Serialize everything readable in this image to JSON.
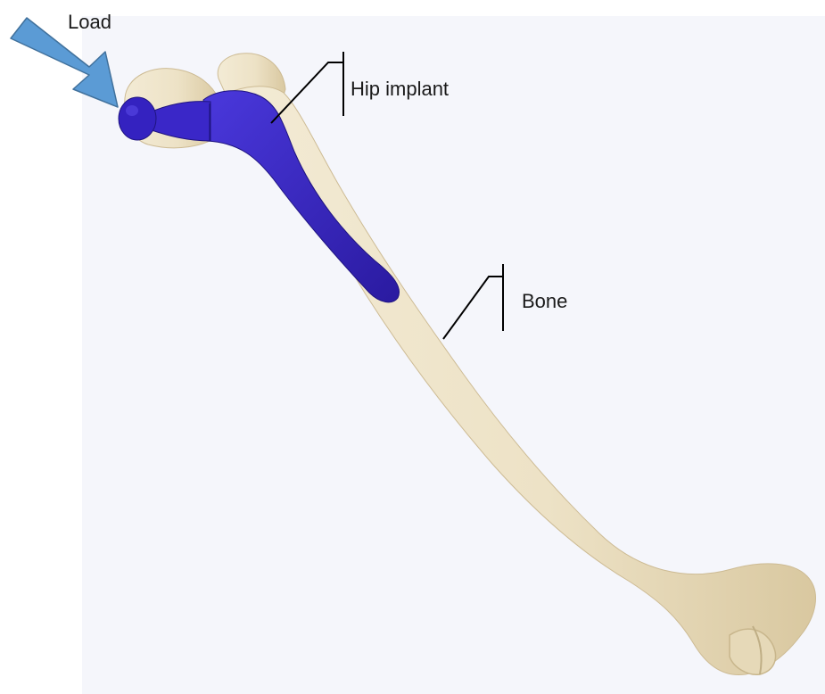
{
  "labels": {
    "load": "Load",
    "implant": "Hip implant",
    "bone": "Bone"
  },
  "colors": {
    "background": "#ffffff",
    "viewport_background": "#f5f6fb",
    "bone_fill": "#ede2c6",
    "bone_shadow": "#d9c8a0",
    "implant_fill": "#3a27c8",
    "implant_dark": "#21158a",
    "arrow_fill": "#5b9bd5",
    "arrow_stroke": "#41719c",
    "leader_line": "#000000"
  },
  "icons": {
    "load_arrow": "arrow-icon"
  }
}
